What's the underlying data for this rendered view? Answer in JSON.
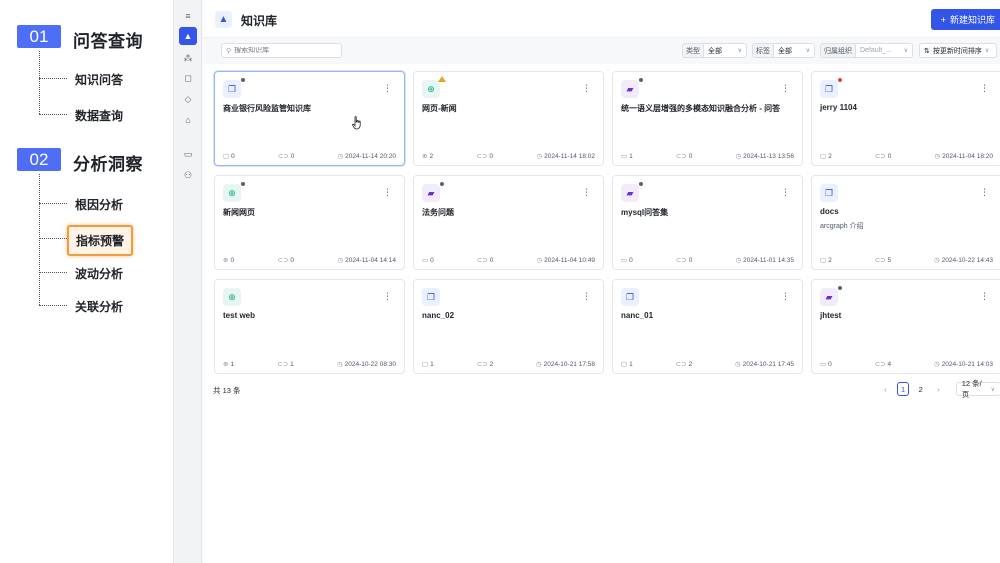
{
  "outline": {
    "sections": [
      {
        "num": "01",
        "title": "问答查询",
        "items": [
          "知识问答",
          "数据查询"
        ]
      },
      {
        "num": "02",
        "title": "分析洞察",
        "items": [
          "根因分析",
          "指标预警",
          "波动分析",
          "关联分析"
        ]
      }
    ],
    "highlighted_item": "指标预警"
  },
  "header": {
    "title": "知识库",
    "new_button": "新建知识库"
  },
  "toolbar": {
    "search_placeholder": "搜索知识库",
    "type_label": "类型",
    "type_value": "全部",
    "tag_label": "标签",
    "tag_value": "全部",
    "org_label": "归属组织",
    "org_value": "Default_...",
    "sort_label": "按更新时间排序"
  },
  "cards": [
    {
      "kind": "doc",
      "badge": "dot",
      "title": "商业银行风险监管知识库",
      "desc": "",
      "count1": "0",
      "count2": "0",
      "time": "2024-11-14 20:20",
      "selected": true
    },
    {
      "kind": "web",
      "badge": "warn",
      "title": "网页-新闻",
      "desc": "",
      "count1": "2",
      "count2": "0",
      "time": "2024-11-14 18:02"
    },
    {
      "kind": "qa",
      "badge": "dot",
      "title": "统一语义层增强的多模态知识融合分析 - 问答",
      "desc": "",
      "count1": "1",
      "count2": "0",
      "time": "2024-11-13 13:56"
    },
    {
      "kind": "doc",
      "badge": "red",
      "title": "jerry 1104",
      "desc": "",
      "count1": "2",
      "count2": "0",
      "time": "2024-11-04 18:20"
    },
    {
      "kind": "web",
      "badge": "dot",
      "title": "新闻网页",
      "desc": "",
      "count1": "0",
      "count2": "0",
      "time": "2024-11-04 14:14"
    },
    {
      "kind": "qa",
      "badge": "dot",
      "title": "法务问题",
      "desc": "",
      "count1": "0",
      "count2": "0",
      "time": "2024-11-04 10:49"
    },
    {
      "kind": "qa",
      "badge": "dot",
      "title": "mysql问答集",
      "desc": "",
      "count1": "0",
      "count2": "0",
      "time": "2024-11-01 14:35"
    },
    {
      "kind": "doc",
      "badge": "",
      "title": "docs",
      "desc": "arcgraph 介绍",
      "count1": "2",
      "count2": "5",
      "time": "2024-10-22 14:43"
    },
    {
      "kind": "web",
      "badge": "",
      "title": "test web",
      "desc": "",
      "count1": "1",
      "count2": "1",
      "time": "2024-10-22 08:30"
    },
    {
      "kind": "doc",
      "badge": "",
      "title": "nanc_02",
      "desc": "",
      "count1": "1",
      "count2": "2",
      "time": "2024-10-21 17:58"
    },
    {
      "kind": "doc",
      "badge": "",
      "title": "nanc_01",
      "desc": "",
      "count1": "1",
      "count2": "2",
      "time": "2024-10-21 17:45"
    },
    {
      "kind": "qa",
      "badge": "dot",
      "title": "jhtest",
      "desc": "",
      "count1": "0",
      "count2": "4",
      "time": "2024-10-21 14:03"
    }
  ],
  "footer": {
    "total": "共 13 条",
    "pages": [
      "1",
      "2"
    ],
    "current_page": "1",
    "page_size": "12 条/页"
  }
}
